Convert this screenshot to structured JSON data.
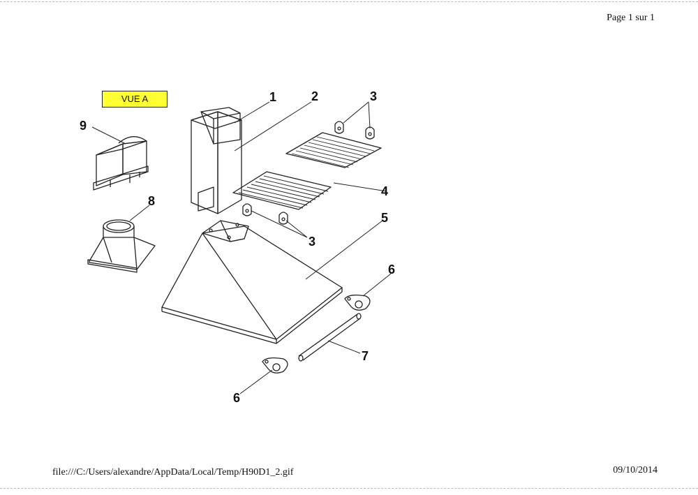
{
  "header": {
    "page_info": "Page 1 sur 1"
  },
  "view_label": {
    "text": "VUE A",
    "background": "#ffff33"
  },
  "callouts": [
    {
      "number": "1"
    },
    {
      "number": "2"
    },
    {
      "number": "3"
    },
    {
      "number": "3"
    },
    {
      "number": "4"
    },
    {
      "number": "5"
    },
    {
      "number": "6"
    },
    {
      "number": "6"
    },
    {
      "number": "7"
    },
    {
      "number": "8"
    },
    {
      "number": "9"
    }
  ],
  "footer": {
    "file_path": "file:///C:/Users/alexandre/AppData/Local/Temp/H90D1_2.gif",
    "date": "09/10/2014"
  }
}
